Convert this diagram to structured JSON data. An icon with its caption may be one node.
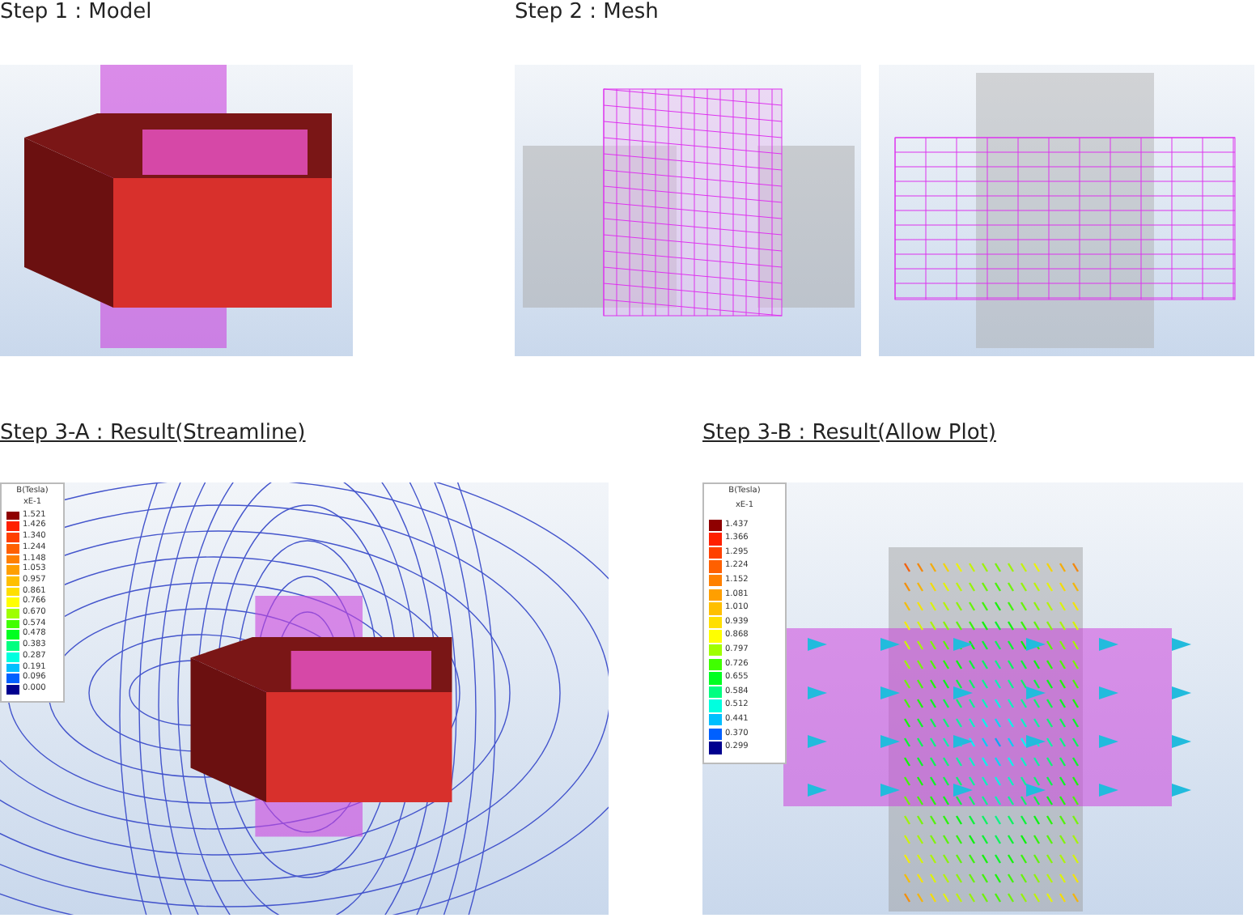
{
  "diagram": {
    "labels": [
      "Step 1 : Model",
      "Step 2 : Mesh",
      "Step 3-A : Result(Streamline)",
      "B(Tesla)",
      "xE-1",
      "1.521",
      "1.426",
      "1.340",
      "1.244",
      "1.148",
      "1.053",
      "0.957",
      "0.861",
      "0.766",
      "0.670",
      "0.574",
      "0.478",
      "0.383",
      "0.287",
      "0.191",
      "0.096",
      "0.000",
      "Step 3-B : Result(Allow Plot)",
      "B(Tesla)",
      "xE-1",
      "1.437",
      "1.366",
      "1.295",
      "1.224",
      "1.152",
      "1.081",
      "1.010",
      "0.939",
      "0.868",
      "0.797",
      "0.726",
      "0.655",
      "0.584",
      "0.512",
      "0.441",
      "0.370",
      "0.299"
    ]
  }
}
